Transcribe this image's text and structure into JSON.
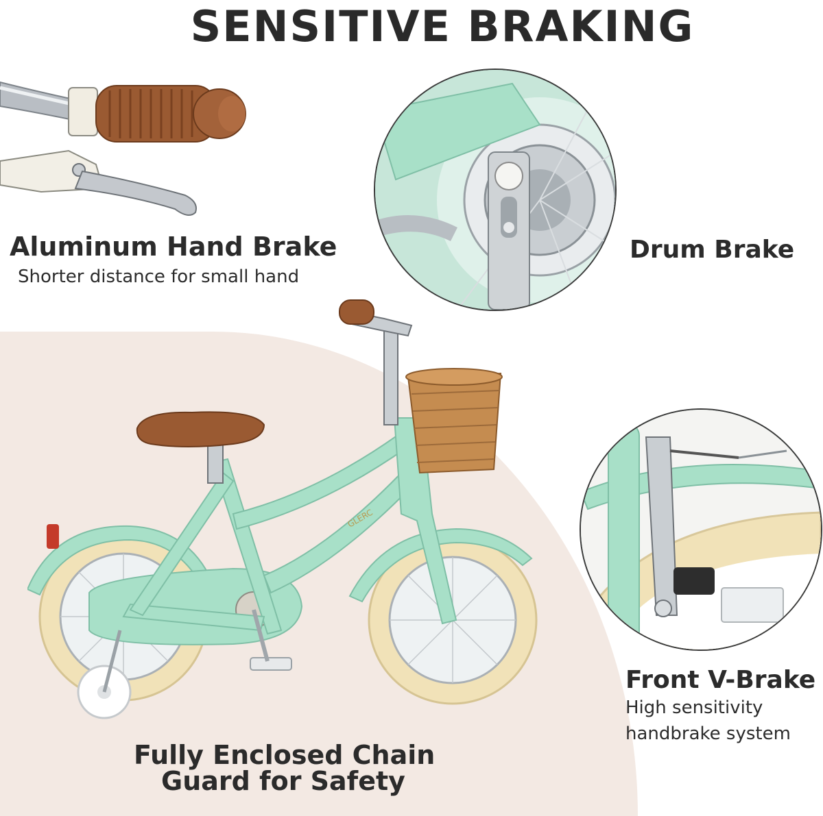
{
  "title": "SENSITIVE BRAKING",
  "features": {
    "hand_brake": {
      "label": "Aluminum Hand Brake",
      "description": "Shorter distance for small hand"
    },
    "drum_brake": {
      "label": "Drum Brake"
    },
    "v_brake": {
      "label": "Front V-Brake",
      "description_line1": "High sensitivity",
      "description_line2": "handbrake system"
    },
    "chain_guard": {
      "label_line1": "Fully Enclosed Chain",
      "label_line2": "Guard for Safety"
    }
  },
  "bike_brand": "GLERC",
  "colors": {
    "frame": "#a8e0c8",
    "tire": "#f1e2b8",
    "leather": "#9a5a32",
    "basket": "#c58c50",
    "background_accent": "#f3e9e3"
  }
}
